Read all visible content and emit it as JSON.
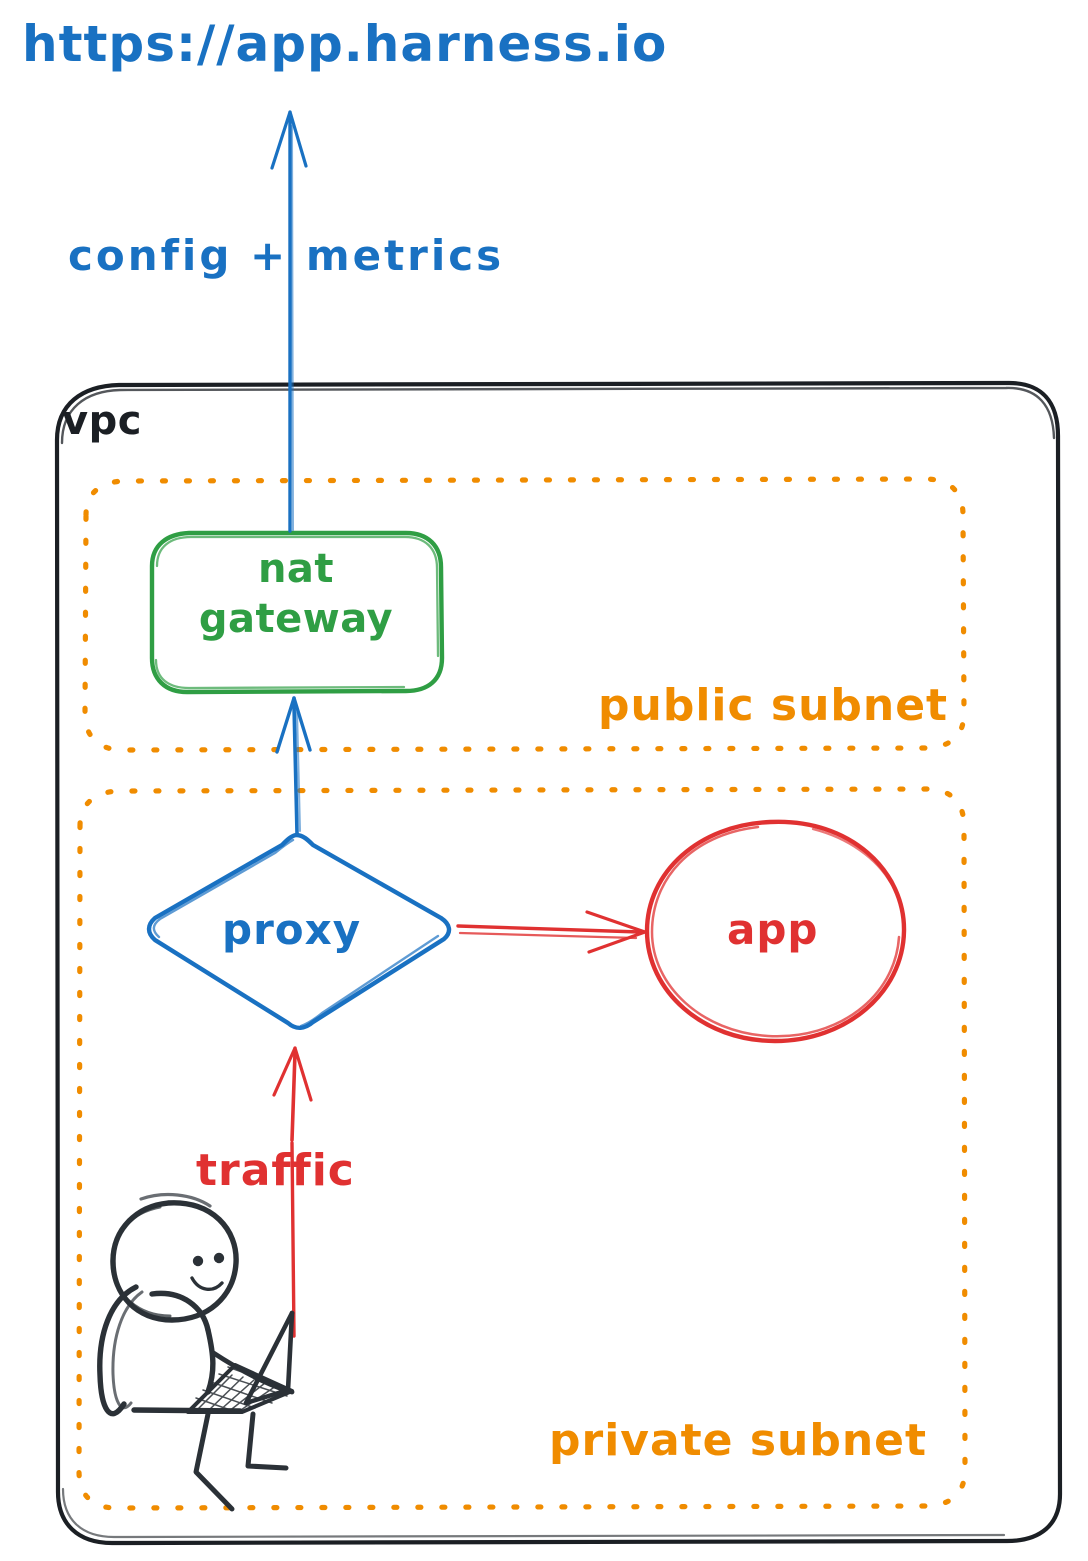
{
  "diagram": {
    "title": "Harness VPC network topology (hand-drawn whiteboard style)",
    "background": "#ffffff",
    "colors": {
      "blue": "#1971c2",
      "green": "#2f9e44",
      "orange": "#f08c00",
      "red": "#e03131",
      "ink": "#1b1f24"
    }
  },
  "labels": {
    "external_url": "https://app.harness.io",
    "config_metrics": "config + metrics",
    "vpc": "vpc",
    "nat_gateway_line1": "nat",
    "nat_gateway_line2": "gateway",
    "public_subnet": "public subnet",
    "proxy": "proxy",
    "app": "app",
    "traffic": "traffic",
    "private_subnet": "private subnet"
  },
  "nodes": [
    {
      "id": "external_url",
      "label": "https://app.harness.io",
      "shape": "text",
      "color": "#1971c2",
      "container": "internet"
    },
    {
      "id": "vpc",
      "label": "vpc",
      "shape": "rounded-rect",
      "color": "#1b1f24",
      "container": null
    },
    {
      "id": "public_subnet",
      "label": "public subnet",
      "shape": "dashed-rounded-rect",
      "color": "#f08c00",
      "container": "vpc"
    },
    {
      "id": "private_subnet",
      "label": "private subnet",
      "shape": "dashed-rounded-rect",
      "color": "#f08c00",
      "container": "vpc"
    },
    {
      "id": "nat_gateway",
      "label": "nat gateway",
      "shape": "rounded-rect",
      "color": "#2f9e44",
      "container": "public_subnet"
    },
    {
      "id": "proxy",
      "label": "proxy",
      "shape": "diamond",
      "color": "#1971c2",
      "container": "private_subnet"
    },
    {
      "id": "app",
      "label": "app",
      "shape": "ellipse",
      "color": "#e03131",
      "container": "private_subnet"
    },
    {
      "id": "user",
      "label": "",
      "shape": "stick-figure-laptop",
      "color": "#1b1f24",
      "container": "private_subnet"
    }
  ],
  "edges": [
    {
      "id": "user-to-proxy",
      "from": "user",
      "to": "proxy",
      "label": "traffic",
      "color": "#e03131",
      "direction": "up"
    },
    {
      "id": "proxy-to-app",
      "from": "proxy",
      "to": "app",
      "label": "",
      "color": "#e03131",
      "direction": "right"
    },
    {
      "id": "proxy-to-nat",
      "from": "proxy",
      "to": "nat_gateway",
      "label": "",
      "color": "#1971c2",
      "direction": "up"
    },
    {
      "id": "nat-to-external-url",
      "from": "nat_gateway",
      "to": "external_url",
      "label": "config + metrics",
      "color": "#1971c2",
      "direction": "up"
    }
  ]
}
